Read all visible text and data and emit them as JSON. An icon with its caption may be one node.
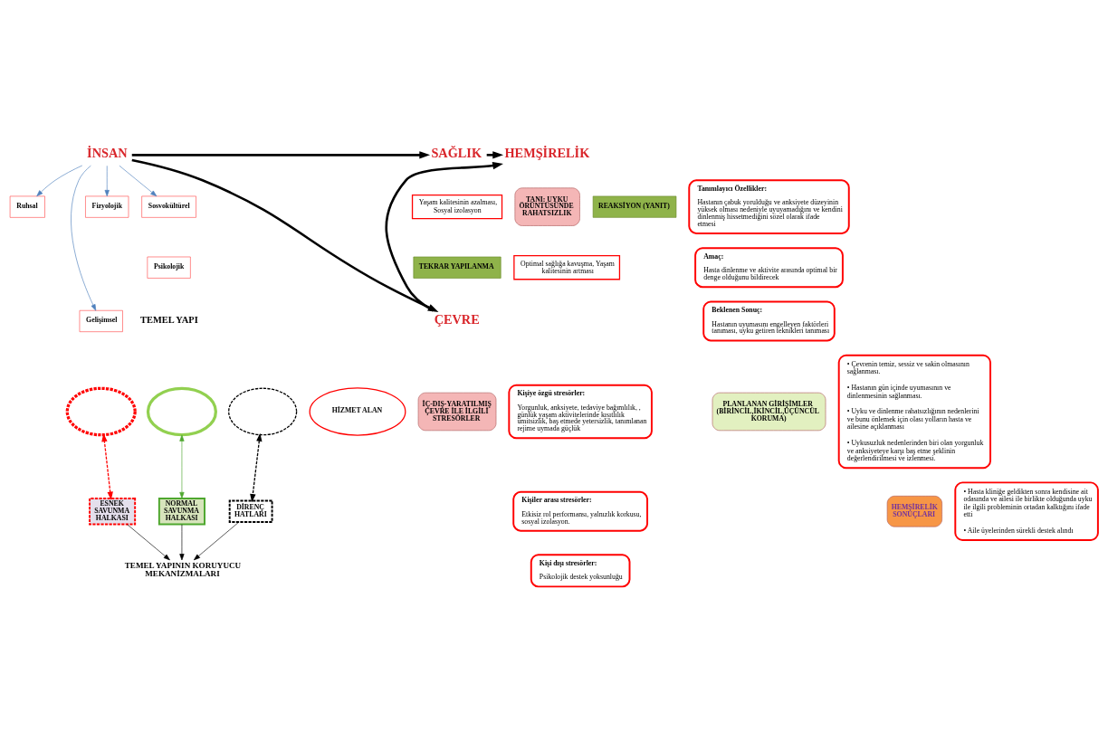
{
  "diagram": {
    "nodes": [
      {
        "text": [
          "İNSAN"
        ]
      },
      {
        "text": [
          "Fizyolojik"
        ]
      },
      {
        "text": [
          "Sosvokültürel"
        ]
      },
      {
        "text": [
          "Ruhsal"
        ]
      },
      {
        "text": [
          "Psikolojik"
        ]
      },
      {
        "text": [
          "Gelişimsel"
        ]
      },
      {
        "text": [
          "TEMEL YAPI"
        ]
      },
      {
        "text": [],
        "shape": "circle"
      },
      {
        "text": [],
        "shape": "circle"
      },
      {
        "text": [],
        "shape": "circle"
      },
      {
        "text": [
          "HİZMET ALAN"
        ]
      },
      {
        "text": [
          "ESNEK SAVUNMA HALKASI"
        ]
      },
      {
        "text": [
          "DİRENÇ HATLARI"
        ]
      },
      {
        "text": [
          "NORMAL SAVUNMA HALKASI"
        ]
      },
      {
        "text": [
          "TEMEL YAPININ KORUYUCU MEKANİZMALARI"
        ]
      },
      {
        "text": [
          "SAĞLIK"
        ]
      },
      {
        "text": [
          "ÇEVRE"
        ]
      },
      {
        "text": [
          "HEMŞİRELİK"
        ]
      },
      {
        "text": [
          "Yaşam kalitesinin azalması, Sosyal izolasyon"
        ]
      },
      {
        "text": [
          "REAKSİYON (YANIT)"
        ]
      },
      {
        "text": [
          "TEKRAR YAPILANMA"
        ]
      },
      {
        "text": [
          "Optimal sağlığa kavuşma, Yaşam kalitesinin artması"
        ]
      },
      {
        "text": [
          "İÇ-DIŞ-YARATILMIŞ ÇEVRE İLE İLGİLİ STRESÖRLER"
        ]
      },
      {
        "text": [
          "Kişiye özgü stresörler:",
          "Yorgunluk, anksiyete, tedaviye bağımlılık, , günlük yaşam aktivitelerinde kısıtlılık ümitsizlik, baş etmede yetersizlik, tanımlanan rejime uymada güçlük"
        ]
      },
      {
        "text": [
          "Kişiler arası stresörler:",
          "Etkisiz rol performansı, yalnızlık korkusu, sosyal izolasyon."
        ]
      },
      {
        "text": [
          "Kişi dışı stresörler:",
          "Psikolojik destek yoksunluğu"
        ]
      },
      {
        "text": [
          "TANI: UYKU ÖRÜNTÜSÜNDE RAHATSIZLIK"
        ]
      },
      {
        "text": [
          "Tanımlayıcı Özellikler:",
          "Hastanın çabuk yorulduğu ve anksiyete düzeyinin yüksek olması nedeniyle uyuyamadığını ve kendini dinlenmiş hissetmediğini sözel olarak ifade etmesi"
        ]
      },
      {
        "text": [
          "Amaç:",
          "Hasta dinlenme ve aktivite arasında optimal bir denge olduğunu bildirecek"
        ]
      },
      {
        "text": [
          "Beklenen Sonuç:",
          "Hastanın uyumasını engelleyen faktörleri tanıması, uyku getiren teknikleri tanıması"
        ]
      },
      {
        "text": [
          "PLANLANAN GİRİŞİMLER",
          "(BİRİNCİL,İKİNCİL,ÜÇÜNCÜL KORUMA)"
        ]
      },
      {
        "text": [
          "• Çevrenin temiz, sessiz ve sakin olmasının sağlanması.",
          "• Hastanın gün içinde uyumasının ve dinlenmesinin sağlanması.",
          "• Uyku ve dinlenme rahatsızlığının nedenlerini ve bunu önlemek için olası yolların hasta ve ailesine açıklanması",
          "• Uykusuzluk nedenlerinden biri olan yorgunluk ve anksiyeteye karşı baş etme şeklinin değerlendirilmesi ve izlenmesi."
        ]
      },
      {
        "text": [
          "HEMŞİRELİK SONUÇLARI"
        ]
      },
      {
        "text": [
          "• Hasta kliniğe geldikten sonra kendisine ait odasında ve ailesi ile birlikte olduğunda uyku ile ilgili probleminin ortadan kalktığını ifade etti",
          "• Aile üyelerinden sürekli destek alındı"
        ]
      }
    ],
    "edges": [
      {
        "from": 0,
        "to": 1,
        "arrow": "to",
        "color": "#4f81bd"
      },
      {
        "from": 0,
        "to": 2,
        "arrow": "to",
        "color": "#4f81bd"
      },
      {
        "from": 0,
        "to": 5,
        "arrow": "to",
        "color": "#4f81bd"
      },
      {
        "from": 0,
        "to": 3,
        "arrow": "to",
        "color": "#4f81bd"
      },
      {
        "from": 0,
        "to": 15,
        "arrow": "to",
        "style": "thick"
      },
      {
        "from": 0,
        "to": 16,
        "arrow": "to",
        "style": "thick"
      },
      {
        "from": 15,
        "to": 17,
        "arrow": "to",
        "style": "thick"
      },
      {
        "from": 16,
        "to": 17,
        "arrow": "to",
        "style": "thick"
      },
      {
        "from": 11,
        "to": 7,
        "arrow": "both",
        "style": "dashed",
        "color": "#ff0000"
      },
      {
        "from": 9,
        "to": 12,
        "arrow": "both",
        "style": "dashed"
      },
      {
        "from": 8,
        "to": 13,
        "arrow": "both",
        "color": "#4ea72e"
      },
      {
        "from": 11,
        "to": 14,
        "arrow": "to"
      },
      {
        "from": 12,
        "to": 14,
        "arrow": "to"
      },
      {
        "from": 13,
        "to": 14,
        "arrow": "to"
      }
    ]
  }
}
